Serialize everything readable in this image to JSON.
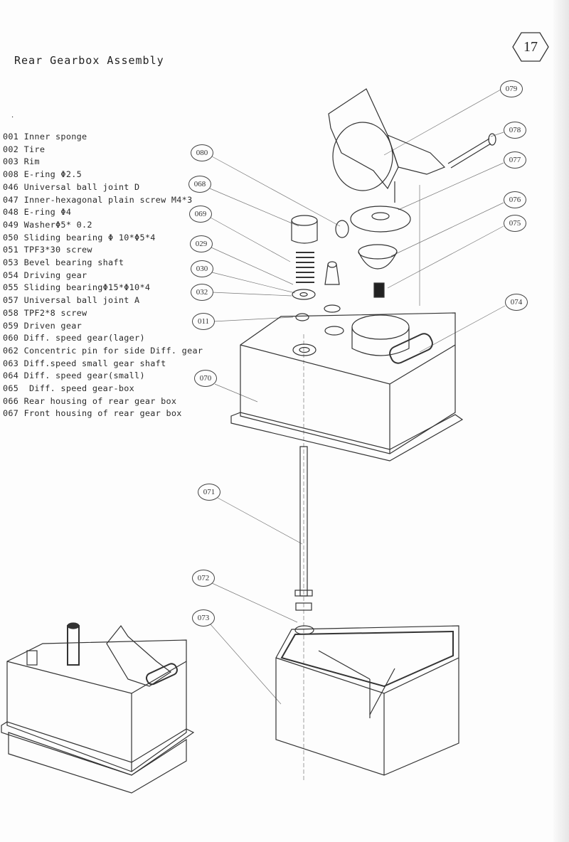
{
  "page": {
    "title": "Rear Gearbox Assembly",
    "page_number": "17"
  },
  "parts_list": [
    "001 Inner sponge",
    "002 Tire",
    "003 Rim",
    "008 E-ring Φ2.5",
    "046 Universal ball joint D",
    "047 Inner-hexagonal plain screw M4*3",
    "048 E-ring Φ4",
    "049 WasherΦ5* 0.2",
    "050 Sliding bearing Φ 10*Φ5*4",
    "051 TPF3*30 screw",
    "053 Bevel bearing shaft",
    "054 Driving gear",
    "055 Sliding bearingΦ15*Φ10*4",
    "057 Universal ball joint A",
    "058 TPF2*8 screw",
    "059 Driven gear",
    "060 Diff. speed gear(lager)",
    "062 Concentric pin for side Diff. gear",
    "063 Diff.speed small gear shaft",
    "064 Diff. speed gear(small)",
    "065  Diff. speed gear-box",
    "066 Rear housing of rear gear box",
    "067 Front housing of rear gear box"
  ],
  "callouts": {
    "c080": "080",
    "c068": "068",
    "c069": "069",
    "c029": "029",
    "c030": "030",
    "c032": "032",
    "c011": "011",
    "c070": "070",
    "c071": "071",
    "c072": "072",
    "c073": "073",
    "c079": "079",
    "c078": "078",
    "c077": "077",
    "c076": "076",
    "c075": "075",
    "c074": "074"
  }
}
